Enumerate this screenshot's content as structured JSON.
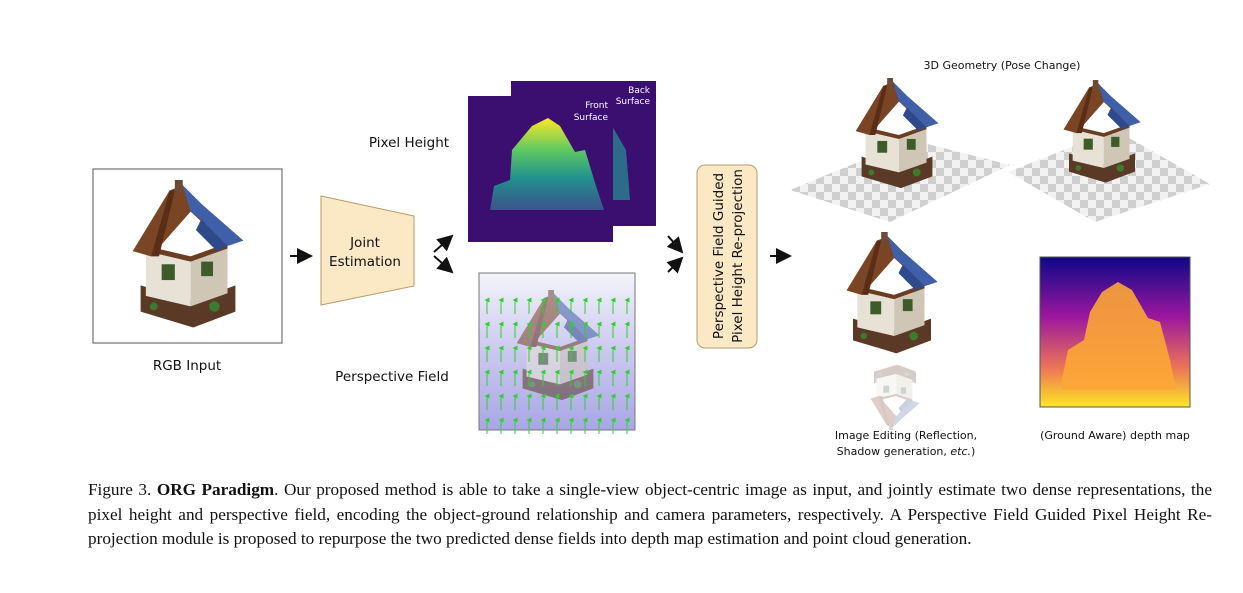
{
  "figure": {
    "rgb_input_label": "RGB Input",
    "joint_estimation_line1": "Joint",
    "joint_estimation_line2": "Estimation",
    "pixel_height_label": "Pixel Height",
    "perspective_field_label": "Perspective Field",
    "back_surface_line1": "Back",
    "back_surface_line2": "Surface",
    "front_surface_line1": "Front",
    "front_surface_line2": "Surface",
    "reprojection_line1": "Perspective Field Guided",
    "reprojection_line2": "Pixel Height Re-projection",
    "geometry_label": "3D Geometry (Pose Change)",
    "editing_label_line1": "Image Editing (Reflection,",
    "editing_label_line2_prefix": "Shadow generation, ",
    "editing_label_line2_italic": "etc.",
    "editing_label_line2_suffix": ")",
    "depth_label": "(Ground Aware) depth map"
  },
  "caption": {
    "prefix": "Figure 3.",
    "title": "ORG Paradigm",
    "body": ". Our proposed method is able to take a single-view object-centric image as input, and jointly estimate two dense representations, the pixel height and perspective field, encoding the object-ground relationship and camera parameters, respectively. A Perspective Field Guided Pixel Height Re-projection module is proposed to repurpose the two predicted dense fields into depth map estimation and point cloud generation."
  },
  "colors": {
    "trapezoid_fill": "#fbe9c6",
    "viridis_bg": "#3b0f70",
    "perspective_bg": "#c9c6f0",
    "arrow_green": "#2fd12f",
    "depth_top": "#0d0887",
    "depth_bottom": "#fde725"
  }
}
